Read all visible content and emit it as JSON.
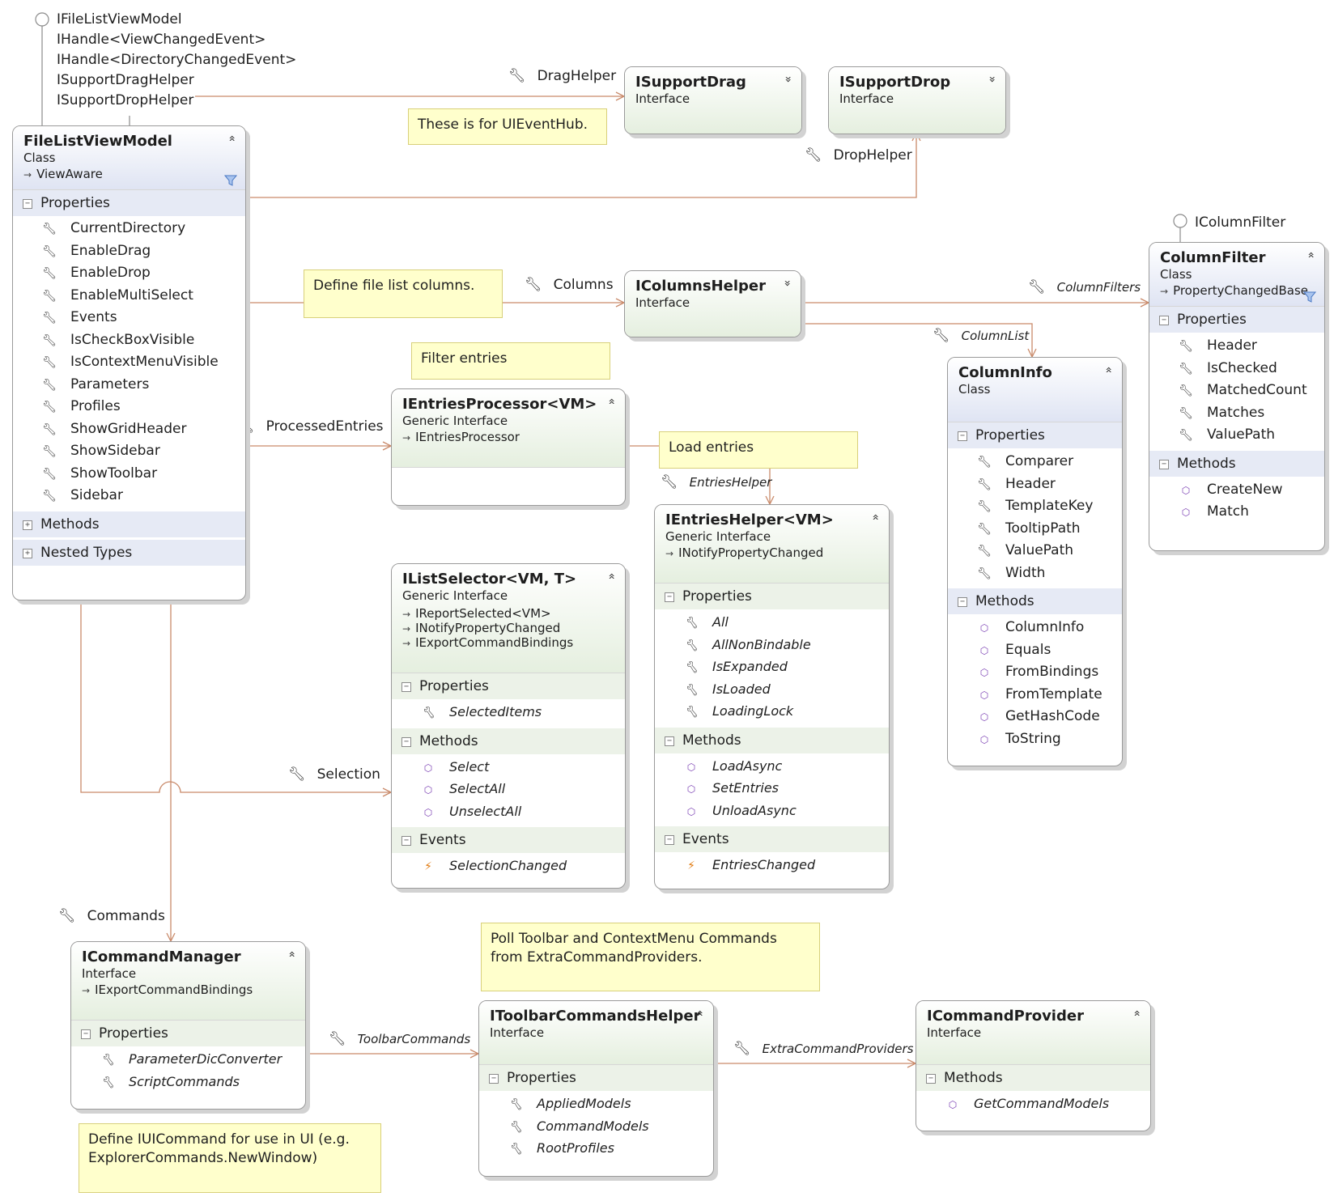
{
  "lollipop_filelist": [
    "IFileListViewModel",
    "IHandle<ViewChangedEvent>",
    "IHandle<DirectoryChangedEvent>",
    "ISupportDragHelper",
    "ISupportDropHelper"
  ],
  "lollipop_columnfilter": "IColumnFilter",
  "collapse_glyph": "«",
  "expand_glyph": "»",
  "toggle_minus": "−",
  "toggle_plus": "+",
  "icons": {
    "property": "wrench-icon",
    "method": "method-cube-icon",
    "event": "lightning-event-icon",
    "filter": "funnel-filter-icon",
    "inherits": "arrow-right-icon"
  },
  "colors": {
    "class_header": "#dfe4f3",
    "interface_header": "#e5efdf",
    "note_bg": "#ffffcc",
    "connector": "#c98a6a"
  },
  "boxes": {
    "fileListViewModel": {
      "title": "FileListViewModel",
      "kind": "Class",
      "inherits": [
        "ViewAware"
      ],
      "sections": [
        {
          "name": "Properties",
          "expanded": true,
          "items": [
            "CurrentDirectory",
            "EnableDrag",
            "EnableDrop",
            "EnableMultiSelect",
            "Events",
            "IsCheckBoxVisible",
            "IsContextMenuVisible",
            "Parameters",
            "Profiles",
            "ShowGridHeader",
            "ShowSidebar",
            "ShowToolbar",
            "Sidebar"
          ]
        },
        {
          "name": "Methods",
          "expanded": false,
          "items": []
        },
        {
          "name": "Nested Types",
          "expanded": false,
          "items": []
        }
      ]
    },
    "iSupportDrag": {
      "title": "ISupportDrag",
      "kind": "Interface"
    },
    "iSupportDrop": {
      "title": "ISupportDrop",
      "kind": "Interface"
    },
    "iColumnsHelper": {
      "title": "IColumnsHelper",
      "kind": "Interface"
    },
    "columnFilter": {
      "title": "ColumnFilter",
      "kind": "Class",
      "inherits": [
        "PropertyChangedBase"
      ],
      "sections": [
        {
          "name": "Properties",
          "expanded": true,
          "items": [
            "Header",
            "IsChecked",
            "MatchedCount",
            "Matches",
            "ValuePath"
          ]
        },
        {
          "name": "Methods",
          "expanded": true,
          "items": [
            "CreateNew",
            "Match"
          ]
        }
      ]
    },
    "columnInfo": {
      "title": "ColumnInfo",
      "kind": "Class",
      "sections": [
        {
          "name": "Properties",
          "expanded": true,
          "items": [
            "Comparer",
            "Header",
            "TemplateKey",
            "TooltipPath",
            "ValuePath",
            "Width"
          ]
        },
        {
          "name": "Methods",
          "expanded": true,
          "items": [
            "ColumnInfo",
            "Equals",
            "FromBindings",
            "FromTemplate",
            "GetHashCode",
            "ToString"
          ]
        }
      ]
    },
    "iEntriesProcessor": {
      "title": "IEntriesProcessor<VM>",
      "kind": "Generic Interface",
      "inherits": [
        "IEntriesProcessor"
      ]
    },
    "iEntriesHelper": {
      "title": "IEntriesHelper<VM>",
      "kind": "Generic Interface",
      "inherits": [
        "INotifyPropertyChanged"
      ],
      "sections": [
        {
          "name": "Properties",
          "expanded": true,
          "items": [
            "All",
            "AllNonBindable",
            "IsExpanded",
            "IsLoaded",
            "LoadingLock"
          ]
        },
        {
          "name": "Methods",
          "expanded": true,
          "items": [
            "LoadAsync",
            "SetEntries",
            "UnloadAsync"
          ]
        },
        {
          "name": "Events",
          "expanded": true,
          "items": [
            "EntriesChanged"
          ]
        }
      ]
    },
    "iListSelector": {
      "title": "IListSelector<VM, T>",
      "kind": "Generic Interface",
      "inherits": [
        "IReportSelected<VM>",
        "INotifyPropertyChanged",
        "IExportCommandBindings"
      ],
      "sections": [
        {
          "name": "Properties",
          "expanded": true,
          "items": [
            "SelectedItems"
          ]
        },
        {
          "name": "Methods",
          "expanded": true,
          "items": [
            "Select",
            "SelectAll",
            "UnselectAll"
          ]
        },
        {
          "name": "Events",
          "expanded": true,
          "items": [
            "SelectionChanged"
          ]
        }
      ]
    },
    "iCommandManager": {
      "title": "ICommandManager",
      "kind": "Interface",
      "inherits": [
        "IExportCommandBindings"
      ],
      "sections": [
        {
          "name": "Properties",
          "expanded": true,
          "items": [
            "ParameterDicConverter",
            "ScriptCommands"
          ]
        }
      ]
    },
    "iToolbarCommandsHelper": {
      "title": "IToolbarCommandsHelper",
      "kind": "Interface",
      "sections": [
        {
          "name": "Properties",
          "expanded": true,
          "items": [
            "AppliedModels",
            "CommandModels",
            "RootProfiles"
          ]
        }
      ]
    },
    "iCommandProvider": {
      "title": "ICommandProvider",
      "kind": "Interface",
      "sections": [
        {
          "name": "Methods",
          "expanded": true,
          "items": [
            "GetCommandModels"
          ]
        }
      ]
    }
  },
  "notes": {
    "uiEventHub": "These is for UIEventHub.",
    "columns": "Define file list columns.",
    "filter": "Filter entries",
    "load": "Load entries",
    "poll": "Poll Toolbar and ContextMenu Commands from ExtraCommandProviders.",
    "iuiCommand": "Define IUICommand for use in UI (e.g. ExplorerCommands.NewWindow)"
  },
  "associations": {
    "dragHelper": "DragHelper",
    "dropHelper": "DropHelper",
    "columns": "Columns",
    "columnFilters": "ColumnFilters",
    "columnList": "ColumnList",
    "processedEntries": "ProcessedEntries",
    "entriesHelper": "EntriesHelper",
    "selection": "Selection",
    "commands": "Commands",
    "toolbarCommands": "ToolbarCommands",
    "extraCommandProviders": "ExtraCommandProviders"
  }
}
